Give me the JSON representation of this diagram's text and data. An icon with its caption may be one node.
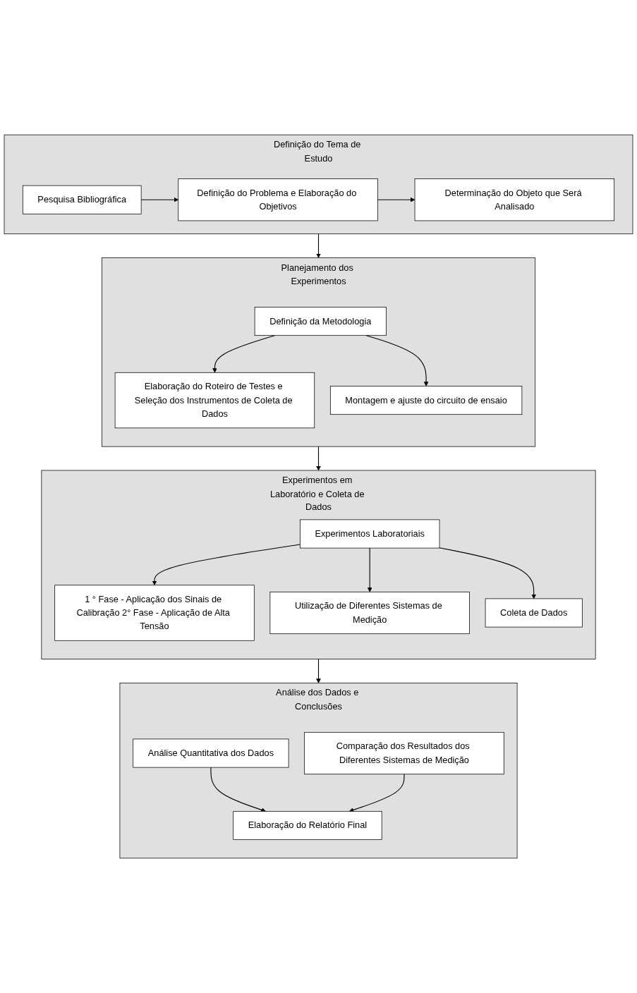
{
  "diagram": {
    "nodes": [
      {
        "text": [
          "Definição do Tema de Estudo"
        ]
      },
      {
        "text": [
          "Pesquisa Bibliográfica"
        ],
        "in": 0
      },
      {
        "text": [
          "Definição do Problema e Elaboração do Objetivos"
        ],
        "in": 0
      },
      {
        "text": [
          "Determinação do Objeto que Será Analisado"
        ],
        "in": 0
      },
      {
        "text": [
          "Planejamento dos Experimentos"
        ]
      },
      {
        "text": [
          "Definição da Metodologia"
        ],
        "in": 4
      },
      {
        "text": [
          "Elaboração do Roteiro de Testes e Seleção dos Instrumentos de Coleta de Dados"
        ],
        "in": 4
      },
      {
        "text": [
          "Montagem e ajuste do circuito de ensaio"
        ],
        "in": 4
      },
      {
        "text": [
          "Experimentos em Laboratório e Coleta de Dados"
        ]
      },
      {
        "text": [
          "Experimentos Laboratoriais"
        ],
        "in": 8
      },
      {
        "text": [
          "1 ° Fase - Aplicação dos Sinais de Calibração 2° Fase - Aplicação de Alta Tensão"
        ],
        "in": 8
      },
      {
        "text": [
          "Utilização de Diferentes Sistemas de Medição"
        ],
        "in": 8
      },
      {
        "text": [
          "Coleta de Dados"
        ],
        "in": 8
      },
      {
        "text": [
          "Análise dos Dados e Conclusões"
        ]
      },
      {
        "text": [
          "Análise Quantitativa dos Dados"
        ],
        "in": 13
      },
      {
        "text": [
          "Comparação dos Resultados dos Diferentes Sistemas de Medição"
        ],
        "in": 13
      },
      {
        "text": [
          "Elaboração do Relatório Final"
        ],
        "in": 13
      }
    ],
    "edges": [
      {
        "from": 1,
        "to": 2,
        "arrow": "to"
      },
      {
        "from": 2,
        "to": 3,
        "arrow": "to"
      },
      {
        "from": 0,
        "to": 4,
        "arrow": "to"
      },
      {
        "from": 5,
        "to": 6,
        "arrow": "to"
      },
      {
        "from": 5,
        "to": 7,
        "arrow": "to"
      },
      {
        "from": 4,
        "to": 8,
        "arrow": "to"
      },
      {
        "from": 9,
        "to": 10,
        "arrow": "to"
      },
      {
        "from": 9,
        "to": 11,
        "arrow": "to"
      },
      {
        "from": 9,
        "to": 12,
        "arrow": "to"
      },
      {
        "from": 8,
        "to": 13,
        "arrow": "to"
      },
      {
        "from": 14,
        "to": 16,
        "arrow": "to"
      },
      {
        "from": 15,
        "to": 16,
        "arrow": "to"
      }
    ]
  }
}
